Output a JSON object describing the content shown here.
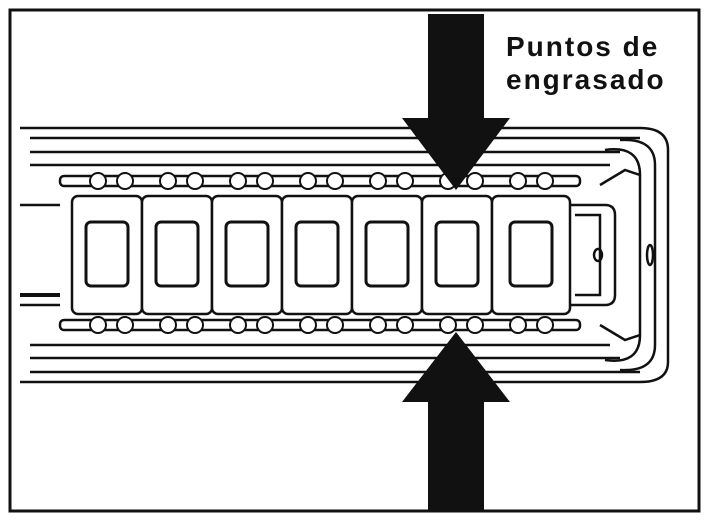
{
  "label": {
    "line1": "Puntos de",
    "line2": "engrasado"
  },
  "colors": {
    "ink": "#111111",
    "background": "#ffffff"
  },
  "illustration": {
    "subject": "drawer slide rail with roller bearing cage",
    "cage_windows": 7,
    "arrows": [
      "arrow-down",
      "arrow-up"
    ]
  }
}
